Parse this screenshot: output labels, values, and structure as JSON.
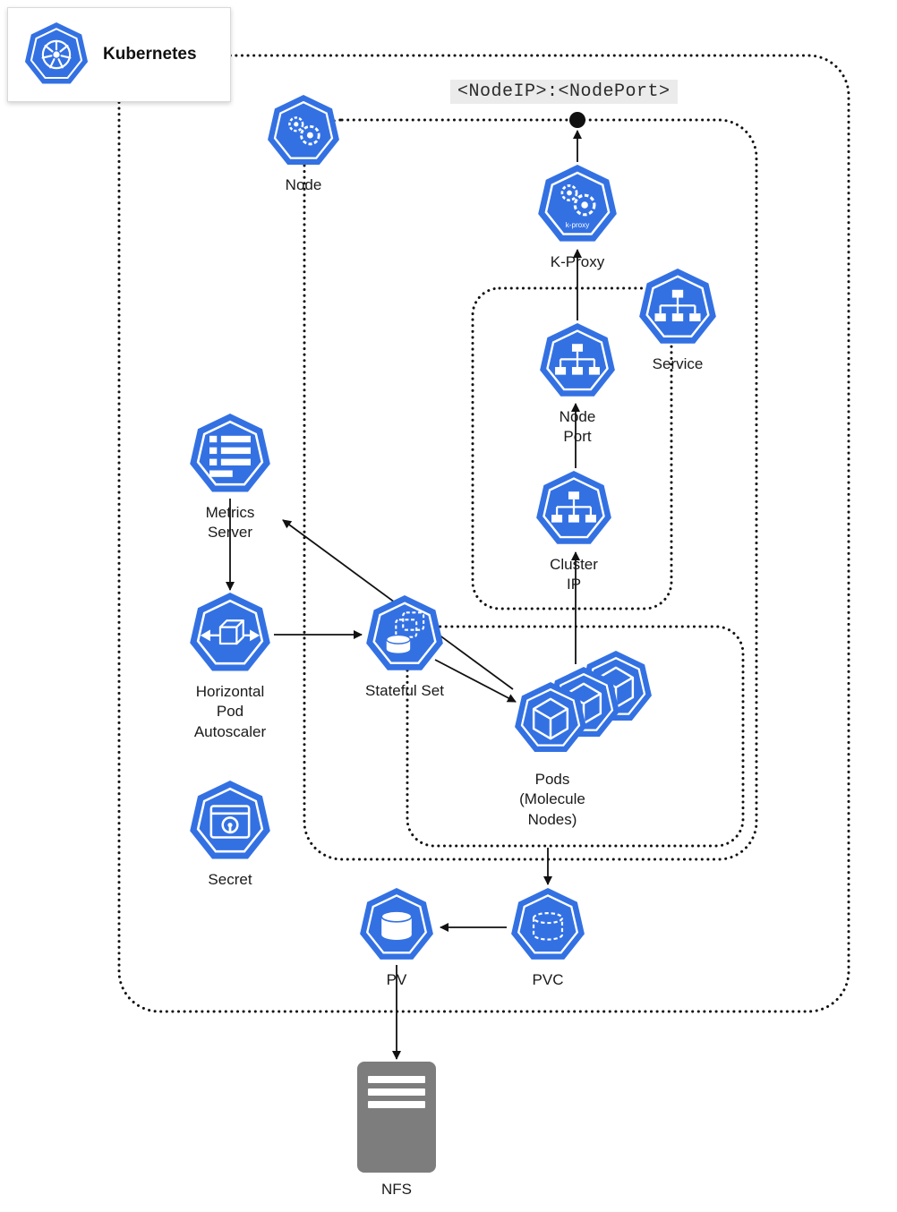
{
  "colors": {
    "kubernetes_blue": "#3371e3",
    "nfs_gray": "#7d7d7d",
    "line_black": "#111111",
    "endpoint_bg": "#ebebeb"
  },
  "legend": {
    "title": "Kubernetes"
  },
  "endpoint": {
    "label": "<NodeIP>:<NodePort>"
  },
  "nodes": {
    "node": "Node",
    "kproxy": "K-Proxy",
    "kproxy_icon_text": "k-proxy",
    "service": "Service",
    "nodeport": "Node Port",
    "clusterip": "Cluster IP",
    "metrics_server": "Metrics Server",
    "hpa": "Horizontal Pod Autoscaler",
    "statefulset": "Stateful Set",
    "pods": "Pods (Molecule Nodes)",
    "secret": "Secret",
    "pv": "PV",
    "pvc": "PVC",
    "nfs": "NFS"
  }
}
